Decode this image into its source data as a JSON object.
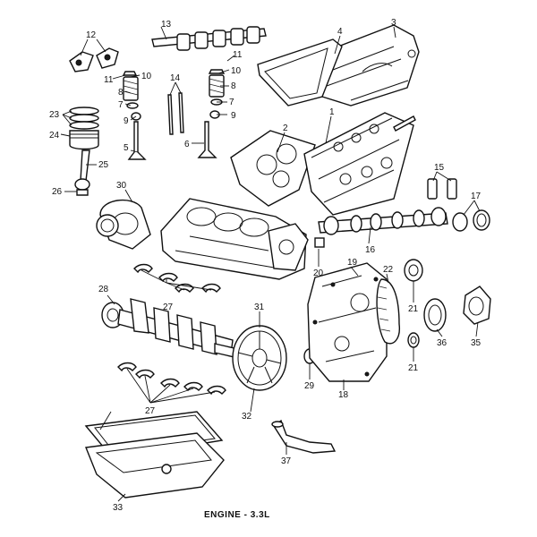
{
  "caption": "ENGINE - 3.3L",
  "callouts": {
    "c1": "1",
    "c2": "2",
    "c3": "3",
    "c4": "4",
    "c5": "5",
    "c6": "6",
    "c7a": "7",
    "c7b": "7",
    "c8a": "8",
    "c8b": "8",
    "c9a": "9",
    "c9b": "9",
    "c10a": "10",
    "c10b": "10",
    "c11a": "11",
    "c11b": "11",
    "c12": "12",
    "c13": "13",
    "c14": "14",
    "c15": "15",
    "c16": "16",
    "c17": "17",
    "c18": "18",
    "c19": "19",
    "c20": "20",
    "c21a": "21",
    "c21b": "21",
    "c22": "22",
    "c23": "23",
    "c24": "24",
    "c25": "25",
    "c26": "26",
    "c27a": "27",
    "c27b": "27",
    "c28": "28",
    "c29": "29",
    "c30": "30",
    "c31": "31",
    "c32": "32",
    "c33": "33",
    "c35": "35",
    "c36": "36",
    "c37": "37"
  }
}
